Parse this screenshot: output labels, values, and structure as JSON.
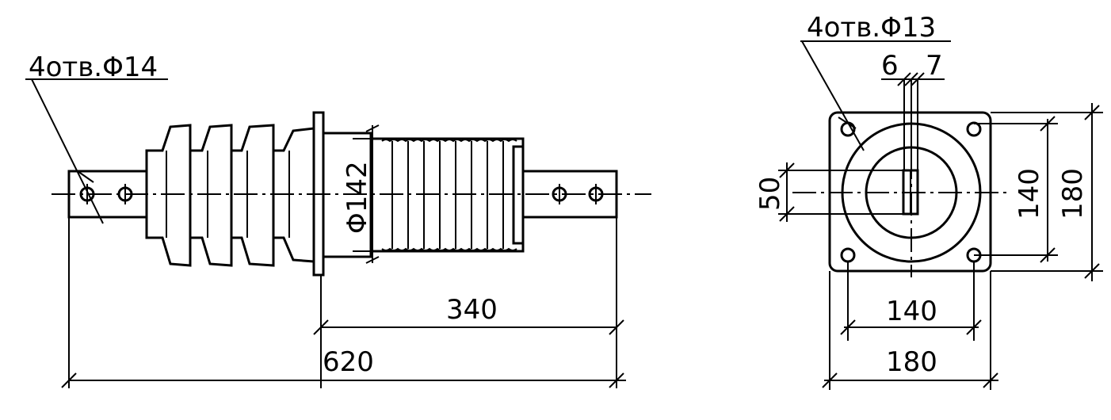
{
  "side_view": {
    "hole_note": "4отв.Φ14",
    "diameter_label": "Φ142",
    "dim_length_partial": "340",
    "dim_length_total": "620"
  },
  "end_view": {
    "hole_note": "4отв.Φ13",
    "slot_width_a": "6",
    "slot_width_b": "7",
    "dim_slot_height": "50",
    "dim_hole_spacing_v": "140",
    "dim_flange_v": "180",
    "dim_hole_spacing_h": "140",
    "dim_flange_h": "180"
  }
}
